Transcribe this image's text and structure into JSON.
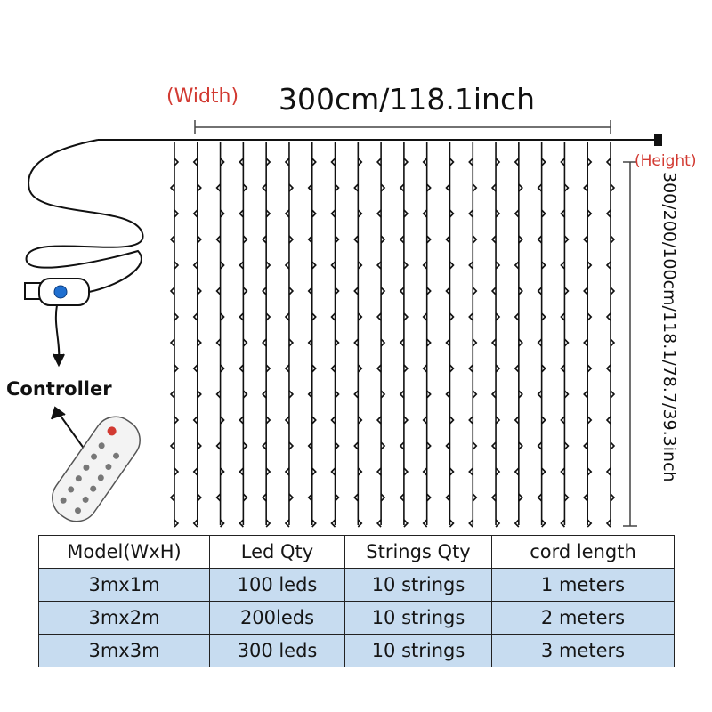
{
  "width_label": "(Width)",
  "width_value": "300cm/118.1inch",
  "height_label": "(Height)",
  "height_value": "300/200/100cm/118.1/78.7/39.3inch",
  "controller_label": "Controller",
  "table": {
    "headers": [
      "Model(WxH)",
      "Led Qty",
      "Strings Qty",
      "cord length"
    ],
    "rows": [
      [
        "3mx1m",
        "100 leds",
        "10 strings",
        "1 meters"
      ],
      [
        "3mx2m",
        "200leds",
        "10 strings",
        "2 meters"
      ],
      [
        "3mx3m",
        "300 leds",
        "10 strings",
        "3 meters"
      ]
    ]
  },
  "colors": {
    "label_red": "#d23a32",
    "row_blue": "#c7dcf0",
    "ink": "#111111",
    "usb_button": "#1f6fd0"
  },
  "icons": [
    "usb-plug-icon",
    "remote-control-icon",
    "arrow-down-icon"
  ]
}
